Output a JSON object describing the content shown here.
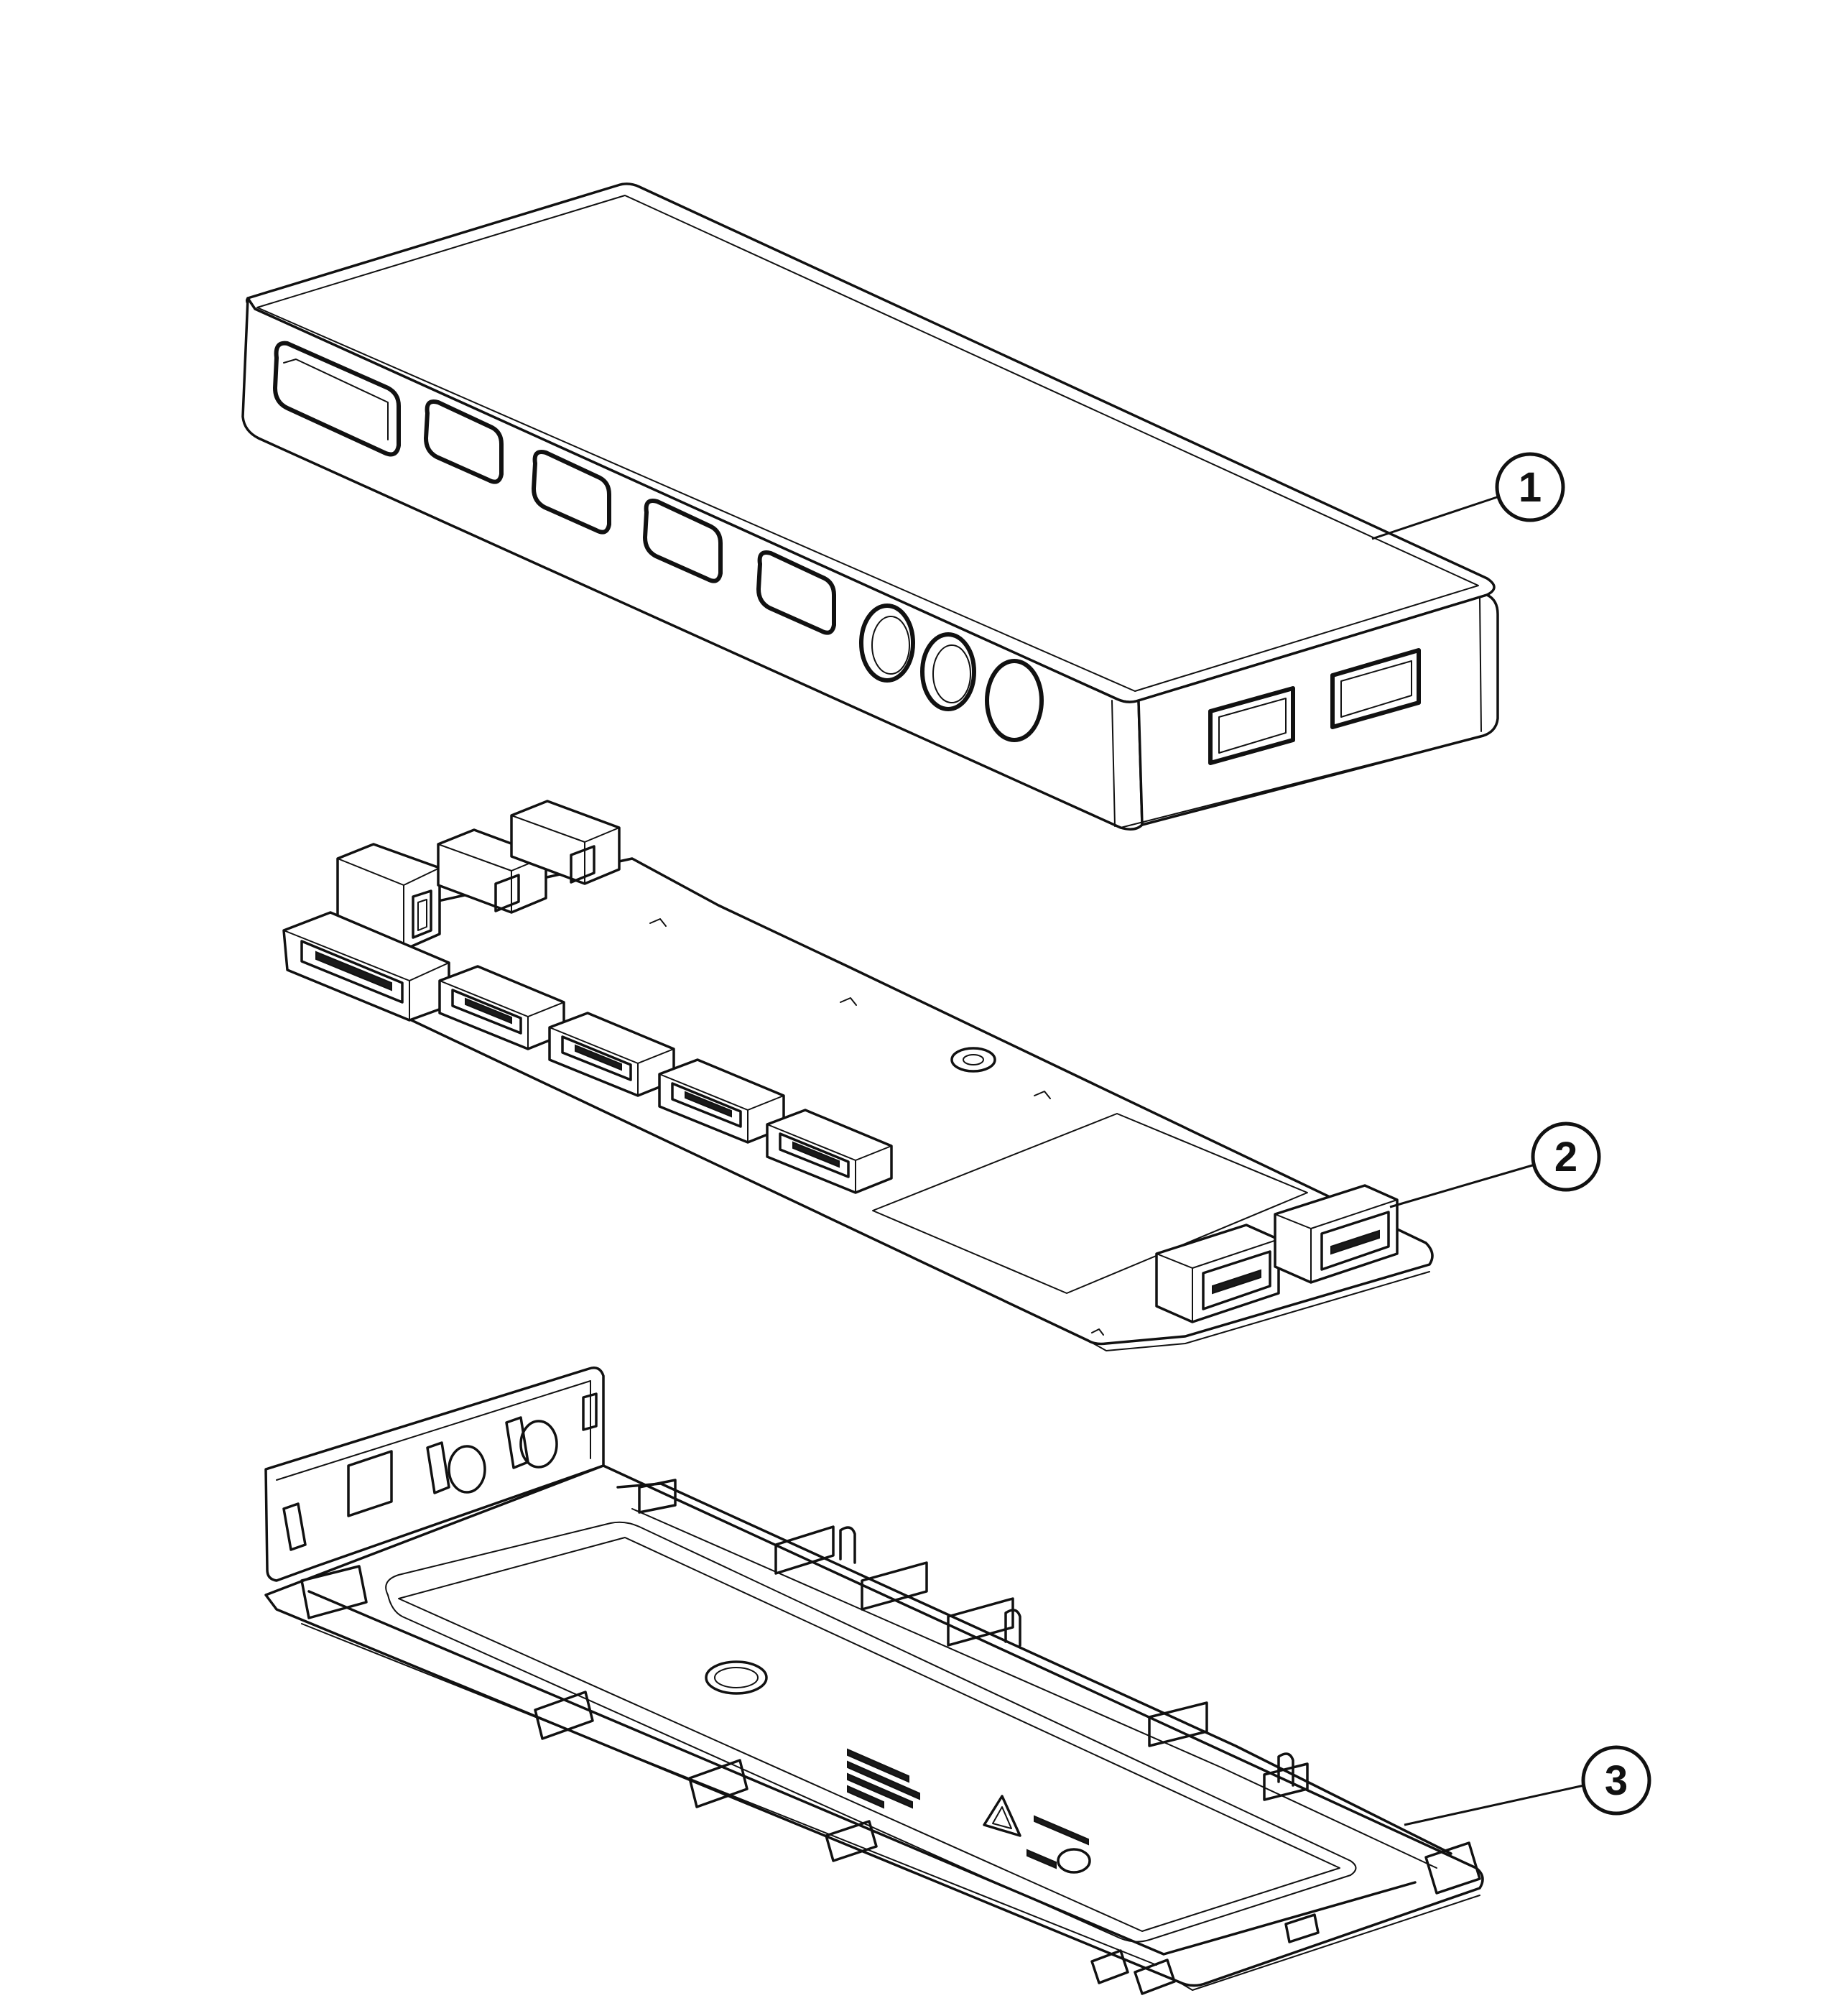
{
  "callouts": [
    {
      "label": "1"
    },
    {
      "label": "2"
    },
    {
      "label": "3"
    }
  ],
  "line_color": "#111111",
  "background_color": "#ffffff"
}
